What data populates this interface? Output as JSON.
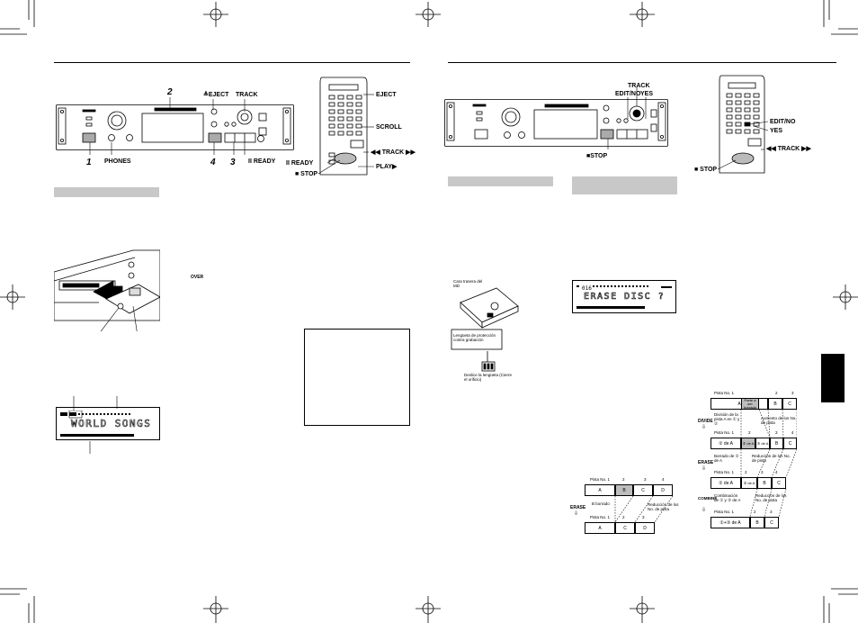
{
  "colors": {
    "ink": "#000000",
    "panel_grey": "#c8c8c8",
    "highlight_grey": "#bdbdbd"
  },
  "left": {
    "step_labels": {
      "s1": "1",
      "s2": "2",
      "s3": "3",
      "s4": "4"
    },
    "unit_labels": {
      "eject": "≜EJECT",
      "track": "TRACK",
      "phones": "PHONES",
      "ready": "II READY"
    },
    "remote_labels": {
      "eject": "EJECT",
      "scroll": "SCROLL",
      "track": "◀◀ TRACK ▶▶",
      "ready": "II READY",
      "stop": "■ STOP",
      "play": "PLAY▶"
    },
    "over_text": "OVER",
    "lcd_text": "WORLD SONGS"
  },
  "right": {
    "unit_labels": {
      "track": "TRACK",
      "edit_no": "EDIT/NO",
      "yes": "YES",
      "stop": "■STOP"
    },
    "remote_labels": {
      "edit_no": "EDIT/NO",
      "yes": "YES",
      "track": "◀◀ TRACK ▶▶",
      "stop": "■ STOP"
    },
    "lcd_text": "ERASE DISC ?",
    "md_labels": {
      "back": "Cara trasera del MD",
      "tab": "Lengüeta de protección contra grabación",
      "slide": "Deslice la lengüeta (Cierre el orificio)"
    },
    "erase_diagram": {
      "title": "ERASE",
      "row_label": "Pista No. 1",
      "top_nums": [
        "2",
        "3",
        "4"
      ],
      "top_cells": [
        "A",
        "B",
        "C",
        "D"
      ],
      "bottom_nums": [
        "2",
        "3"
      ],
      "bottom_cells": [
        "A",
        "C",
        "D"
      ],
      "note_erased": "B borrado",
      "note_reduce": "Reducción de los No. de pista"
    },
    "edit_diagram": {
      "row_label": "Pista No. 1",
      "top_nums": [
        "2",
        "3"
      ],
      "top_cells": [
        "A",
        "B",
        "C"
      ],
      "top_part": "Parte a ser borrada",
      "divide": "DIVIDE",
      "divide_note": "División de la pista A en ① y ②",
      "divide_note2": "Aumento de los No. de pista",
      "divide_nums": [
        "2",
        "3",
        "4"
      ],
      "divide_cells": [
        "① de A",
        "② de A",
        "③ de A",
        "B",
        "C"
      ],
      "erase": "ERASE",
      "erase_note": "Borrado de ② de A",
      "erase_note2": "Reducción de los No. de pista",
      "erase_nums": [
        "2",
        "3",
        "4"
      ],
      "erase_cells": [
        "① de A",
        "③ de A",
        "B",
        "C"
      ],
      "combine": "COMBINE",
      "combine_note": "Combinación de ① y ③ de A",
      "combine_note2": "Reducción de los No. de pista",
      "combine_nums": [
        "2",
        "3"
      ],
      "combine_cells": [
        "①+③ de A",
        "B",
        "C"
      ]
    }
  }
}
